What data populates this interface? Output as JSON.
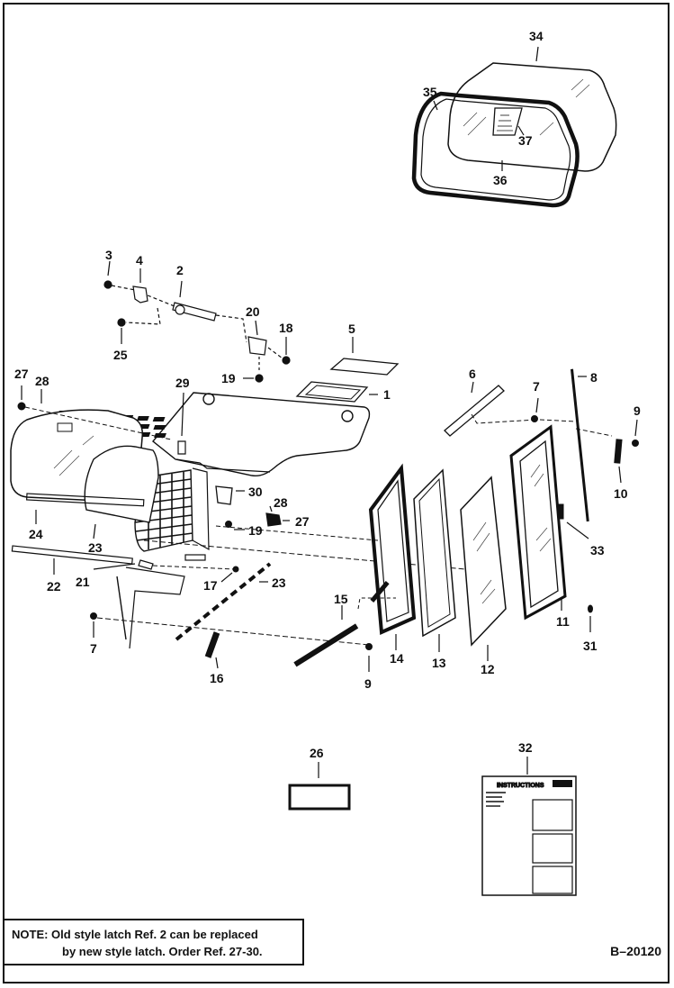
{
  "callouts": {
    "c1": "1",
    "c2": "2",
    "c3": "3",
    "c4": "4",
    "c5": "5",
    "c6": "6",
    "c7a": "7",
    "c7b": "7",
    "c8": "8",
    "c9a": "9",
    "c9b": "9",
    "c10": "10",
    "c11": "11",
    "c12": "12",
    "c13": "13",
    "c14": "14",
    "c15": "15",
    "c16": "16",
    "c17": "17",
    "c18": "18",
    "c19a": "19",
    "c19b": "19",
    "c20": "20",
    "c21": "21",
    "c22": "22",
    "c23a": "23",
    "c23b": "23",
    "c24": "24",
    "c25": "25",
    "c26": "26",
    "c27a": "27",
    "c27b": "27",
    "c28a": "28",
    "c28b": "28",
    "c29": "29",
    "c30": "30",
    "c31": "31",
    "c32": "32",
    "c33": "33",
    "c34": "34",
    "c35": "35",
    "c36": "36",
    "c37": "37"
  },
  "decal": {
    "title": "INSTRUCTIONS"
  },
  "note": {
    "line1": "NOTE: Old style latch Ref. 2 can be replaced",
    "line2": "by new style latch. Order Ref. 27-30."
  },
  "figure_code": "B–20120"
}
